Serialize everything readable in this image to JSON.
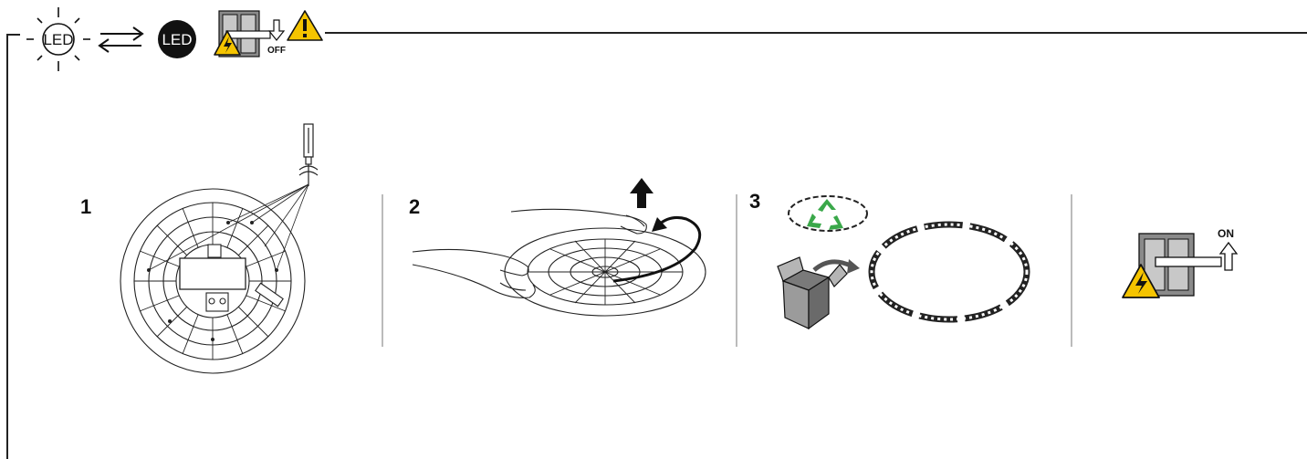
{
  "header": {
    "led_outline_label": "LED",
    "led_filled_label": "LED",
    "switch_off_label": "OFF"
  },
  "steps": [
    {
      "number": "1"
    },
    {
      "number": "2"
    },
    {
      "number": "3"
    }
  ],
  "final": {
    "switch_on_label": "ON"
  },
  "colors": {
    "ink": "#111111",
    "warning_yellow": "#f5c400",
    "recycle_green": "#3aa84a",
    "switch_gray": "#8a8a8a"
  }
}
